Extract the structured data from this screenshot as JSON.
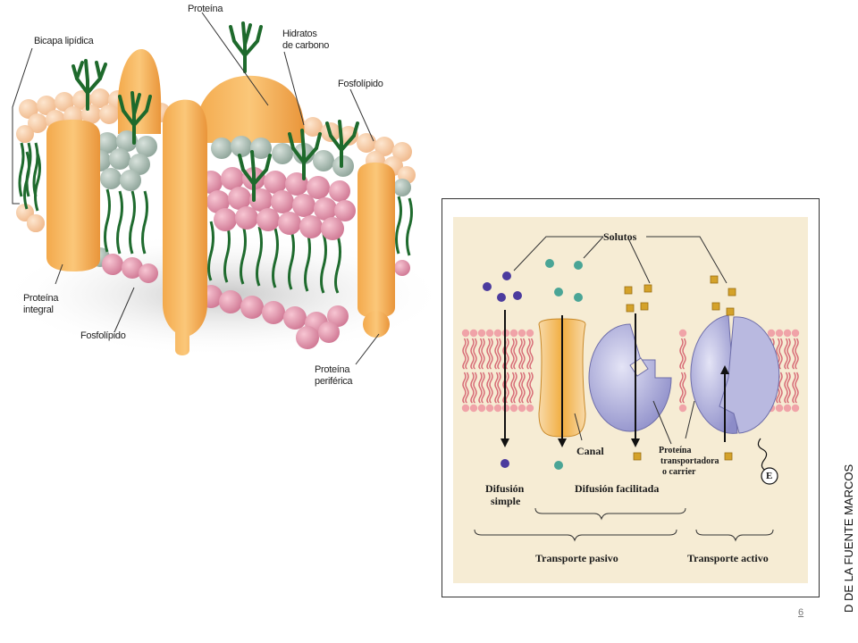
{
  "left_diagram": {
    "labels": {
      "bicapa": "Bicapa lipídica",
      "proteina": "Proteína",
      "hidratos": [
        "Hidratos",
        "de carbono"
      ],
      "fosfolipido_top": "Fosfolípido",
      "proteina_integral": [
        "Proteína",
        "integral"
      ],
      "fosfolipido_bottom": "Fosfolípido",
      "proteina_periferica": [
        "Proteína",
        "periférica"
      ]
    }
  },
  "right_diagram": {
    "labels": {
      "solutos": "Solutos",
      "canal": "Canal",
      "proteina_transportadora": [
        "Proteína",
        "transportadora",
        "o carrier"
      ],
      "energia": "E",
      "difusion_simple": [
        "Difusión",
        "simple"
      ],
      "difusion_facilitada": "Difusión facilitada",
      "transporte_pasivo": "Transporte pasivo",
      "transporte_activo": "Transporte activo"
    }
  },
  "side_text": "D DE LA FUENTE MARCOS",
  "page_number": "6"
}
